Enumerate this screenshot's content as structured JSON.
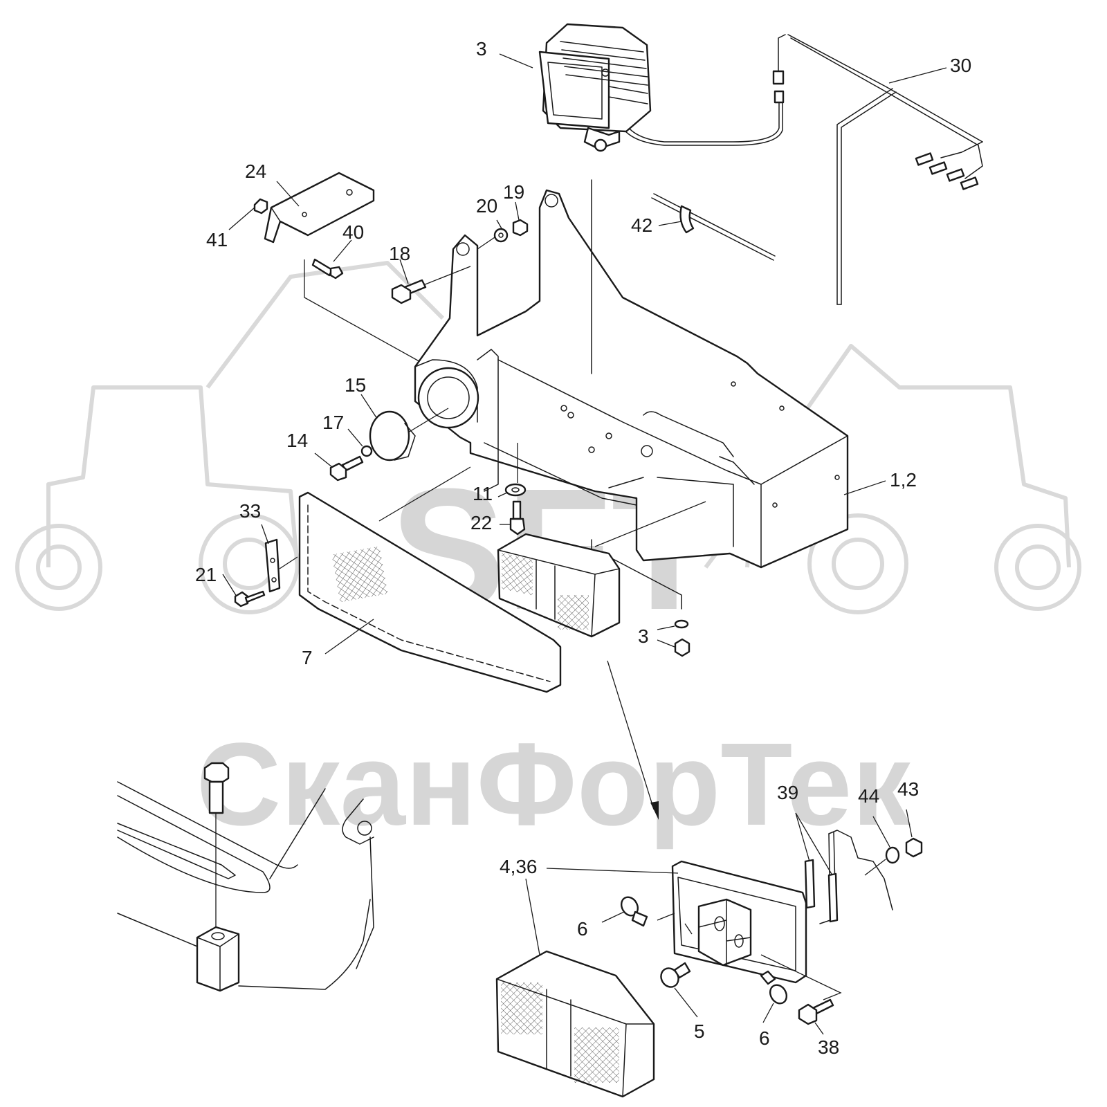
{
  "labels": {
    "l_3_top": "3",
    "l_30": "30",
    "l_24": "24",
    "l_41": "41",
    "l_40": "40",
    "l_20": "20",
    "l_19": "19",
    "l_18": "18",
    "l_42": "42",
    "l_15": "15",
    "l_17": "17",
    "l_14": "14",
    "l_1_2": "1,2",
    "l_11": "11",
    "l_22": "22",
    "l_33": "33",
    "l_21": "21",
    "l_3_mid": "3",
    "l_7": "7",
    "l_39": "39",
    "l_44": "44",
    "l_43": "43",
    "l_4_36": "4,36",
    "l_6_left": "6",
    "l_5": "5",
    "l_6_right": "6",
    "l_38": "38"
  },
  "watermark": {
    "logo": "SFT",
    "company": "СканФорТек"
  },
  "colors": {
    "line": "#1a1a1a",
    "watermark": "#d6d6d6",
    "background": "#ffffff"
  }
}
